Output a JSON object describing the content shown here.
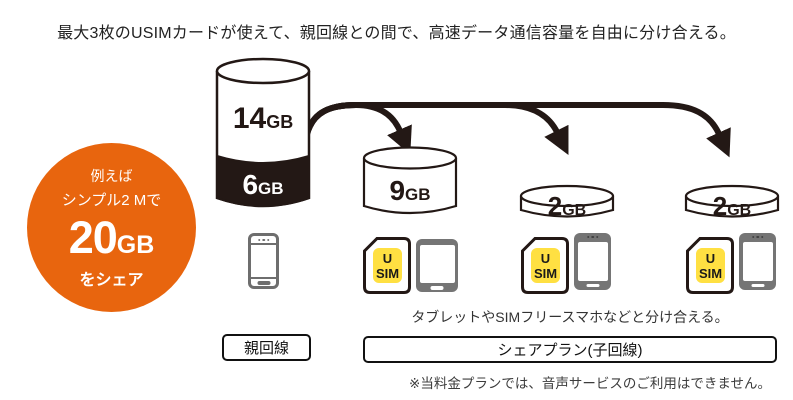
{
  "colors": {
    "ink": "#231815",
    "orange": "#e8650e",
    "usim_yellow": "#ffe042",
    "device_gray": "#757575"
  },
  "header": {
    "title": "最大3枚のUSIMカードが使えて、親回線との間で、高速データ通信容量を自由に分け合える。"
  },
  "badge": {
    "line1": "例えば",
    "line2": "シンプル2 Mで",
    "amount": "20",
    "unit": "GB",
    "line3": "をシェア"
  },
  "parent": {
    "available": "14",
    "available_unit": "GB",
    "shared": "6",
    "shared_unit": "GB",
    "label": "親回線",
    "device": "smartphone"
  },
  "children": [
    {
      "amount": "9",
      "unit": "GB",
      "device": "tablet"
    },
    {
      "amount": "2",
      "unit": "GB",
      "device": "smartphone"
    },
    {
      "amount": "2",
      "unit": "GB",
      "device": "smartphone"
    }
  ],
  "usim": {
    "top": "U",
    "bottom": "SIM"
  },
  "share": {
    "caption": "タブレットやSIMフリースマホなどと分け合える。",
    "label": "シェアプラン(子回線)"
  },
  "footnote": "※当料金プランでは、音声サービスのご利用はできません。"
}
